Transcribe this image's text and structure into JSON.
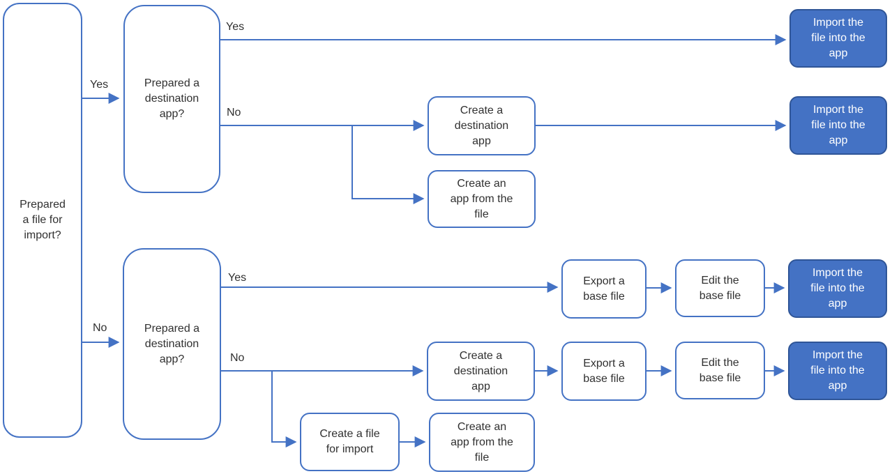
{
  "diagram": {
    "type": "flowchart",
    "colors": {
      "accent_blue": "#4472C4",
      "terminal_fill": "#4472C4",
      "terminal_border": "#2F5597",
      "terminal_text": "#FFFFFF",
      "node_text": "#303030",
      "canvas_bg": "#FFFFFF"
    },
    "nodes": {
      "q_file": {
        "label": "Prepared\na file for\nimport?"
      },
      "q_dest1": {
        "label": "Prepared a\ndestination\napp?"
      },
      "q_dest2": {
        "label": "Prepared a\ndestination\napp?"
      },
      "create_dest1": {
        "label": "Create a\ndestination\napp"
      },
      "create_dest2": {
        "label": "Create a\ndestination\napp"
      },
      "create_app_from_file1": {
        "label": "Create an\napp from the\nfile"
      },
      "create_app_from_file2": {
        "label": "Create an\napp from the\nfile"
      },
      "export_base1": {
        "label": "Export a\nbase file"
      },
      "export_base2": {
        "label": "Export a\nbase file"
      },
      "edit_base1": {
        "label": "Edit the\nbase file"
      },
      "edit_base2": {
        "label": "Edit the\nbase file"
      },
      "create_file_for_import": {
        "label": "Create a file\nfor import"
      },
      "import1": {
        "label": "Import the\nfile into the\napp"
      },
      "import2": {
        "label": "Import the\nfile into the\napp"
      },
      "import3": {
        "label": "Import the\nfile into the\napp"
      },
      "import4": {
        "label": "Import the\nfile into the\napp"
      }
    },
    "edge_labels": {
      "file_yes": "Yes",
      "file_no": "No",
      "dest1_yes": "Yes",
      "dest1_no": "No",
      "dest2_yes": "Yes",
      "dest2_no": "No"
    }
  }
}
